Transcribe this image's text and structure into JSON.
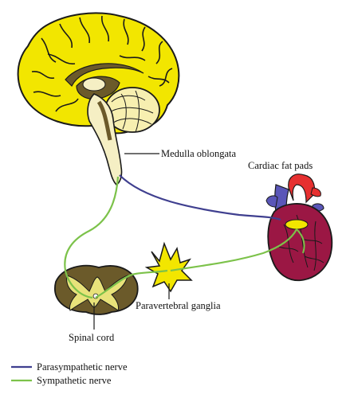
{
  "labels": {
    "medulla": "Medulla oblongata",
    "cardiac": "Cardiac fat pads",
    "paravertebral": "Paravertebral ganglia",
    "spinal": "Spinal cord"
  },
  "legend": [
    {
      "label": "Parasympathetic nerve",
      "color": "#3f3f8f"
    },
    {
      "label": "Sympathetic nerve",
      "color": "#7cc24a"
    }
  ],
  "colors": {
    "brain": "#f2e600",
    "brainstem": "#f5efc4",
    "cerebellum": "#f7efb0",
    "spinal_cord": "#6b5a2a",
    "spinal_grey": "#e8e27a",
    "ganglion": "#f2e600",
    "heart": "#9b1744",
    "heart_vessel_red": "#e63030",
    "heart_vessel_blue": "#5a56b8",
    "parasympathetic": "#3f3f8f",
    "sympathetic": "#7cc24a"
  }
}
